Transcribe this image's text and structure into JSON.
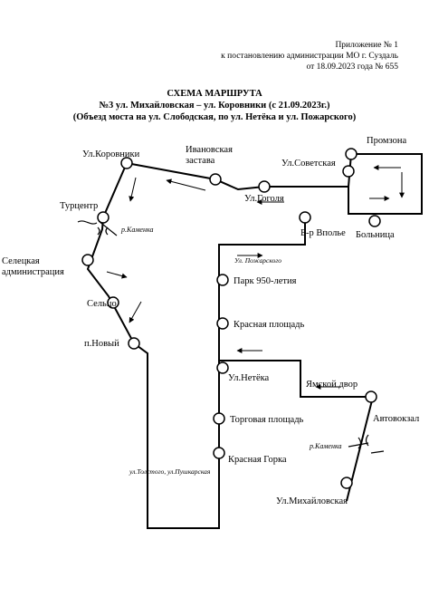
{
  "header": {
    "line1": "Приложение № 1",
    "line2": "к постановлению администрации МО г. Суздаль",
    "line3": "от  18.09.2023 года  № 655"
  },
  "title": {
    "line1": "СХЕМА МАРШРУТА",
    "line2": "№3 ул. Михайловская – ул. Коровники  (с 21.09.2023г.)",
    "line3": "(Объезд моста на ул. Слободская, по ул. Нетёка и ул. Пожарского)"
  },
  "stops": {
    "korovniki": "Ул.Коровники",
    "ivanovskaya": "Ивановская застава",
    "sovetskaya": "Ул.Советская",
    "promzona": "Промзона",
    "gogolya": "Ул.Гоголя",
    "vpolye": "Б-р Вполье",
    "bolnitsa": "Больница",
    "turcentr": "Турцентр",
    "seletskaya": "Селецкая администрация",
    "seltso": "Сельцо",
    "novy": "п.Новый",
    "park950": "Парк 950-летия",
    "krasnaya_pl": "Красная площадь",
    "netyoka": "Ул.Нетёка",
    "yamskoy": "Ямской двор",
    "avtovokzal": "Автовокзал",
    "torgovaya": "Торговая площадь",
    "krasnaya_gorka": "Красная Горка",
    "mikhailovskaya": "Ул.Михайловская"
  },
  "streets": {
    "pozharskogo": "Ул. Пожарского",
    "tolstogo": "ул.Толстого, ул.Пушкарская"
  },
  "rivers": {
    "kamenka_top": "р.Каменка",
    "kamenka_bottom": "р.Каменка"
  }
}
